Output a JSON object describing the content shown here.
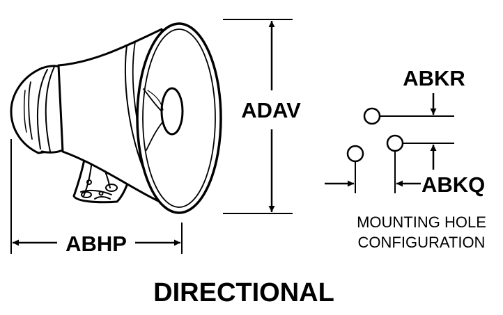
{
  "labels": {
    "length_dim": "ABHP",
    "diameter_dim": "ADAV",
    "hole_offset_vertical": "ABKR",
    "hole_offset_horizontal": "ABKQ",
    "mounting_caption_line1": "MOUNTING HOLE",
    "mounting_caption_line2": "CONFIGURATION",
    "title": "DIRECTIONAL"
  },
  "colors": {
    "ink": "#000000",
    "paper": "#ffffff"
  }
}
